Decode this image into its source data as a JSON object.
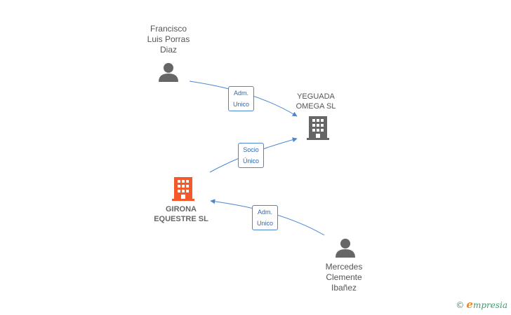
{
  "nodes": {
    "francisco": {
      "name": [
        "Francisco",
        "Luis Porras",
        "Diaz"
      ]
    },
    "mercedes": {
      "name": [
        "Mercedes",
        "Clemente",
        "Ibañez"
      ]
    },
    "yeguada": {
      "name": [
        "YEGUADA",
        "OMEGA SL"
      ]
    },
    "girona": {
      "name": [
        "GIRONA",
        "EQUESTRE SL"
      ]
    }
  },
  "edges": {
    "francisco_yeguada": [
      "Adm.",
      "Unico"
    ],
    "girona_yeguada": [
      "Socio",
      "Único"
    ],
    "mercedes_girona": [
      "Adm.",
      "Unico"
    ]
  },
  "colors": {
    "person_icon": "#666666",
    "company_icon": "#666666",
    "company_highlight": "#f25a2c",
    "edge": "#4a86d4"
  },
  "brand": {
    "copyright": "©",
    "initial": "e",
    "rest": "mpresia"
  }
}
